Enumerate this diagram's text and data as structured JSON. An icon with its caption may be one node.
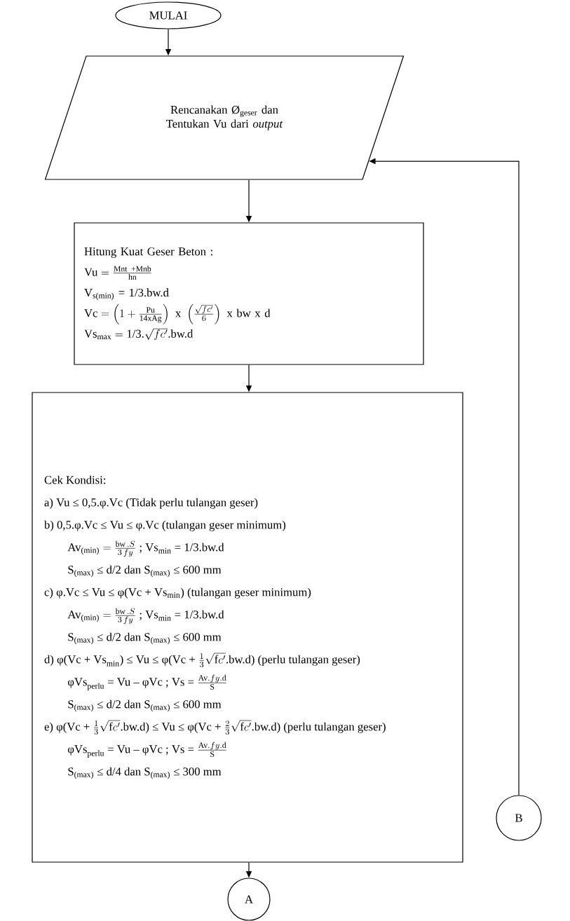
{
  "diagram": {
    "nodes": [
      {
        "text": [
          "MULAI"
        ]
      },
      {
        "text": [
          "Rencanakan Ø$_{geser}$ dan Tentukan Vu dari *output*"
        ]
      },
      {
        "text": [
          "Hitung Kuat Geser Beton :",
          "\\text{Vu} = \\frac{\\text{Mnt +Mnb}}{\\text{hn}}",
          "V$_{s(min)}$ = 1/3.bw.d",
          "\\text{Vc} = \\left(1 + \\frac{\\text{Pu}}{\\text{14xAg}}\\right) \\text{ x } \\left(\\frac{\\sqrt{fc'}}{6}\\right) \\text{ x bw x d}",
          "\\text{Vs}_{\\text{max}} = \\text{1/3.}\\sqrt{fc'}\\text{.bw.d}"
        ]
      },
      {
        "text": [
          "Cek Kondisi:",
          "a) Vu ≤ 0,5.φ.Vc (Tidak perlu tulangan geser)",
          "b) 0,5.φ.Vc ≤ Vu ≤ φ.Vc (tulangan geser minimum)",
          "\\text{Av}_{\\text{(min)}} = \\frac{\\text{bw}\\,.S}{3\\,fy}\\text{ ; Vs}_{\\text{min}}\\text{ = 1/3.bw.d}",
          "S$_{(max)}$ ≤ d/2 dan S$_{(max)}$ ≤ 600 mm",
          "c) φ.Vc ≤ Vu ≤ φ(Vc + Vs$_{min}$) (tulangan geser minimum)",
          "\\text{Av}_{\\text{(min)}} = \\frac{\\text{bw}\\,.S}{3\\,fy}\\text{ ; Vs}_{\\text{min}}\\text{ = 1/3.bw.d}",
          "S$_{(max)}$ ≤ d/2 dan S$_{(max)}$ ≤ 600 mm",
          "\\text{d) φ(Vc + Vs}_{\\text{min}}\\text{) ≤ Vu ≤ φ(Vc + }\\frac{1}{3}\\sqrt{\\text{f}c'}\\text{.bw.d) (perlu}\\ \\allowbreak\\text{tulangan geser)}",
          "\\text{φVs}_{\\text{perlu}}\\text{ = Vu – φVc ; Vs = }\\frac{\\text{Av}.fy.\\text{d}}{\\text{S}}",
          "S$_{(max)}$ ≤ d/2 dan S$_{(max)}$ ≤ 600 mm",
          "\\text{e) φ(Vc + }\\frac{1}{3}\\sqrt{\\text{f}c'}\\text{.bw.d) ≤ Vu ≤ φ(Vc + }\\frac{2}{3}\\sqrt{\\text{f}c'}\\text{.bw.d) (perlu}\\ \\allowbreak\\text{tulangan geser)}",
          "\\text{φVs}_{\\text{perlu}}\\text{ = Vu – φVc ; Vs = }\\frac{\\text{Av}.fy.\\text{d}}{\\text{S}}",
          "S$_{(max)}$ ≤ d/4 dan S$_{(max)}$ ≤ 300 mm"
        ]
      },
      {
        "text": [
          "A"
        ]
      },
      {
        "text": [
          "B"
        ]
      }
    ],
    "edges": [
      {
        "from": 0,
        "to": 1,
        "arrow": "to"
      },
      {
        "from": 1,
        "to": 2,
        "arrow": "to"
      },
      {
        "from": 2,
        "to": 3,
        "arrow": "to"
      },
      {
        "from": 3,
        "to": 4,
        "arrow": "to"
      },
      {
        "from": 5,
        "to": 1,
        "arrow": "to"
      }
    ]
  }
}
